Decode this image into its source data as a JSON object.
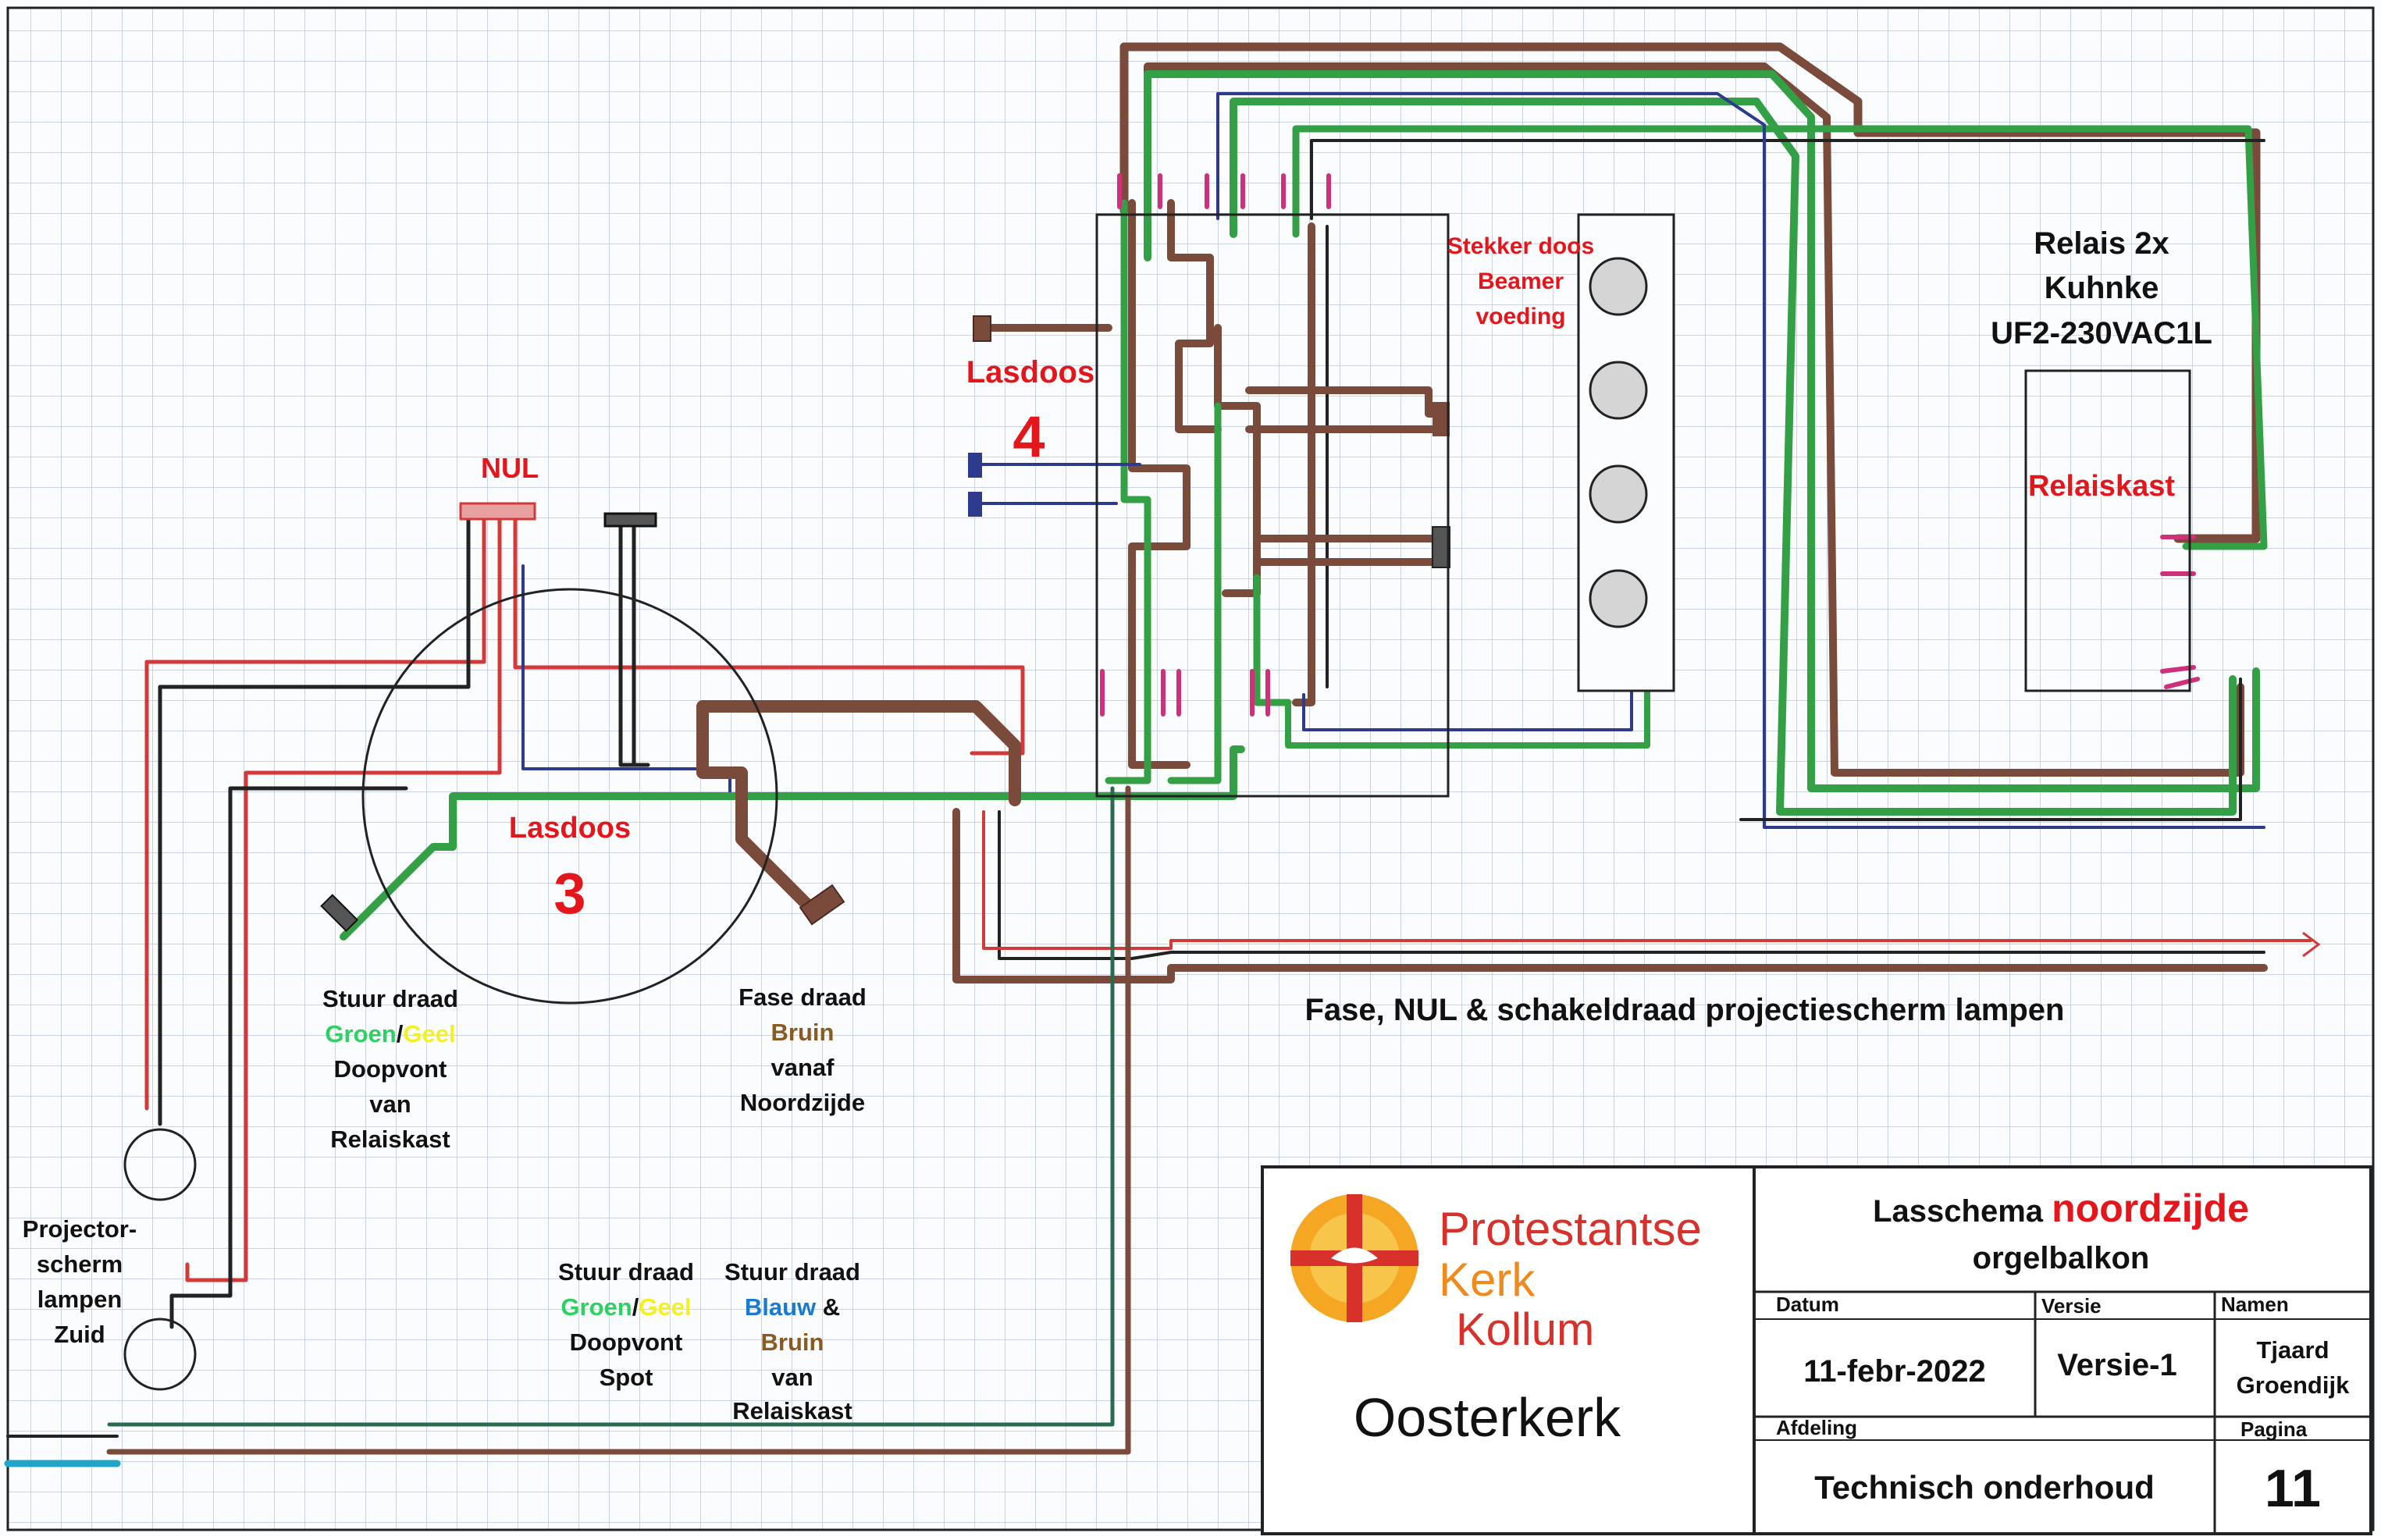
{
  "labels": {
    "nul": "NUL",
    "lasdoos4_name": "Lasdoos",
    "lasdoos4_num": "4",
    "lasdoos3_name": "Lasdoos",
    "lasdoos3_num": "3",
    "stekker": [
      "Stekker doos",
      "Beamer",
      "voeding"
    ],
    "relais": [
      "Relais 2x",
      "Kuhnke",
      "UF2-230VAC1L"
    ],
    "relaiskast": "Relaiskast",
    "fase_line": "Fase, NUL & schakeldraad projectiescherm lampen",
    "stuur1": {
      "line1": "Stuur draad",
      "green_word": "Groen",
      "slash": "/",
      "yellow_word": "Geel",
      "rest": [
        "Doopvont",
        "van",
        "Relaiskast"
      ]
    },
    "fase_draad": {
      "line1": "Fase draad",
      "brown_word": "Bruin",
      "rest": [
        "vanaf",
        "Noordzijde"
      ]
    },
    "stuur2": {
      "line1": "Stuur draad",
      "green_word": "Groen",
      "slash": "/",
      "yellow_word": "Geel",
      "rest": [
        "Doopvont",
        "Spot"
      ]
    },
    "stuur3": {
      "line1": "Stuur draad",
      "blue_word": "Blauw",
      "amp": " &",
      "brown_word": "Bruin",
      "rest": [
        "van",
        "Relaiskast"
      ]
    },
    "projector": [
      "Projector-",
      "scherm",
      "lampen",
      "Zuid"
    ]
  },
  "title_block": {
    "org_line1": "Protestantse",
    "org_line2": "Kerk",
    "org_line3": "Kollum",
    "church": "Oosterkerk",
    "title_prefix": "Lasschema ",
    "title_highlight": "noordzijde",
    "subtitle": "orgelbalkon",
    "datum_label": "Datum",
    "versie_label": "Versie",
    "namen_label": "Namen",
    "datum_value": "11-febr-2022",
    "versie_value": "Versie-1",
    "namen_value_line1": "Tjaard",
    "namen_value_line2": "Groendijk",
    "afdeling_label": "Afdeling",
    "pagina_label": "Pagina",
    "afdeling_value": "Technisch onderhoud",
    "pagina_value": "11"
  },
  "colors": {
    "label_red": "#e5161b",
    "wire_brown": "#7a4a3a",
    "wire_green": "#34a046",
    "wire_blue": "#2e3a8c",
    "wire_red": "#d23a3a",
    "wire_black": "#222222",
    "marker_pink": "#d0307a",
    "grid": "#b9c7dc",
    "logo_orange": "#f08a1c",
    "org_red": "#d8312b"
  }
}
